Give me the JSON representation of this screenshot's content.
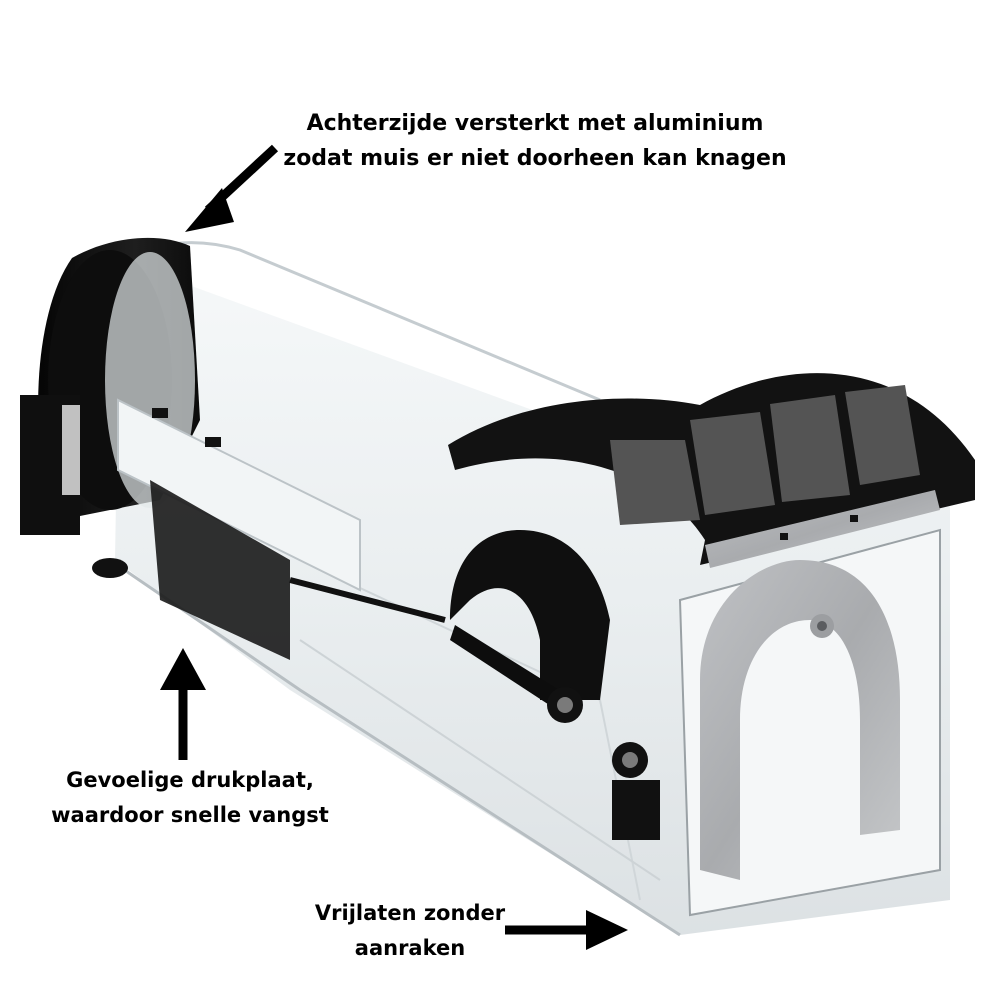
{
  "annotations": {
    "back_reinforced": {
      "line1": "Achterzijde versterkt met aluminium",
      "line2": "zodat muis er niet doorheen kan knagen"
    },
    "pressure_plate": {
      "line1": "Gevoelige drukplaat,",
      "line2": "waardoor snelle vangst"
    },
    "release": {
      "line1": "Vrijlaten zonder",
      "line2": "aanraken"
    }
  },
  "colors": {
    "background": "#ffffff",
    "trap_black": "#141414",
    "clear_plastic": "#e9eef0",
    "aluminium": "#c9cacc",
    "arrow": "#000000"
  },
  "icons": [
    "arrow-down-left-icon",
    "arrow-up-icon",
    "arrow-right-icon"
  ]
}
